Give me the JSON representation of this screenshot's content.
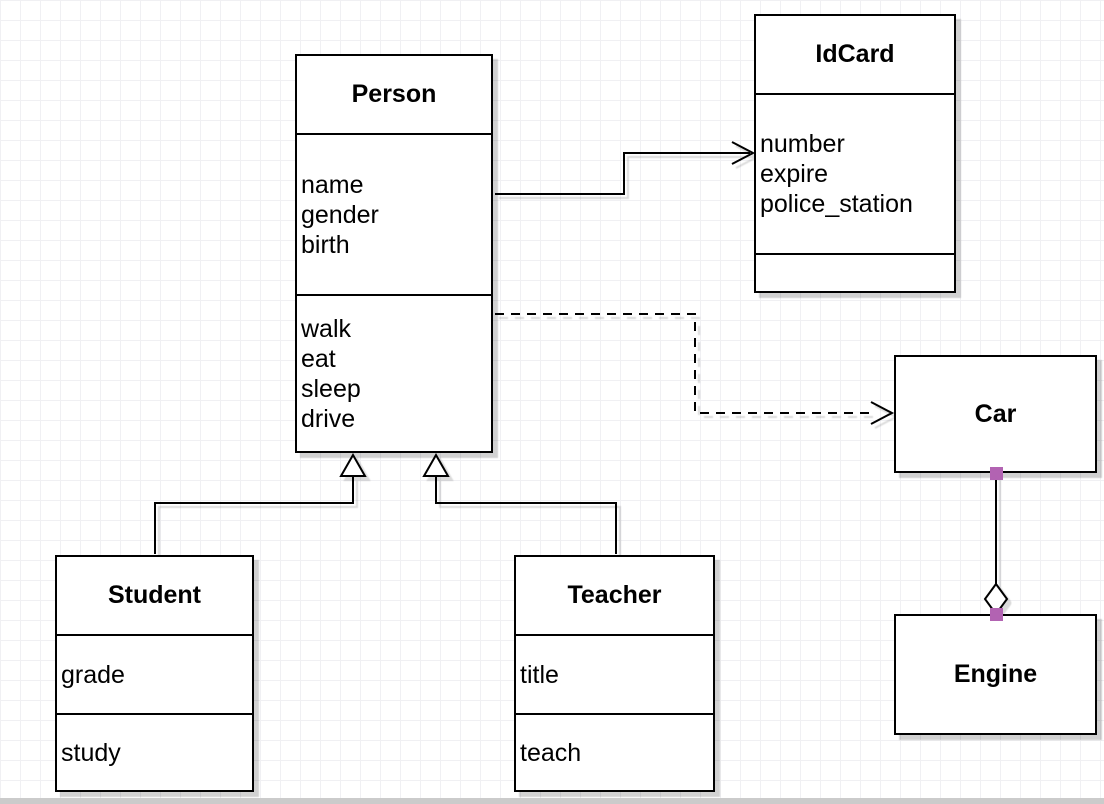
{
  "diagram": {
    "classes": {
      "person": {
        "title": "Person",
        "attributes": [
          "name",
          "gender",
          "birth"
        ],
        "methods": [
          "walk",
          "eat",
          "sleep",
          "drive"
        ]
      },
      "idcard": {
        "title": "IdCard",
        "attributes": [
          "number",
          "expire",
          "police_station"
        ]
      },
      "car": {
        "title": "Car"
      },
      "engine": {
        "title": "Engine"
      },
      "student": {
        "title": "Student",
        "attributes": [
          "grade"
        ],
        "methods": [
          "study"
        ]
      },
      "teacher": {
        "title": "Teacher",
        "attributes": [
          "title"
        ],
        "methods": [
          "teach"
        ]
      }
    },
    "relationships": [
      {
        "from": "Person",
        "to": "IdCard",
        "type": "association",
        "line": "solid",
        "arrowhead": "open-arrow"
      },
      {
        "from": "Person",
        "to": "Car",
        "type": "dependency",
        "line": "dashed",
        "arrowhead": "open-arrow"
      },
      {
        "from": "Student",
        "to": "Person",
        "type": "generalization",
        "line": "solid",
        "arrowhead": "hollow-triangle"
      },
      {
        "from": "Teacher",
        "to": "Person",
        "type": "generalization",
        "line": "solid",
        "arrowhead": "hollow-triangle"
      },
      {
        "from": "Car",
        "to": "Engine",
        "type": "aggregation",
        "line": "solid",
        "arrowhead": "hollow-diamond"
      }
    ],
    "colors": {
      "shape_fill": "#ffffff",
      "shape_border": "#000000",
      "text": "#000000",
      "grid_line": "#f0f0f3",
      "connection_handle": "#b263b2",
      "page_edge": "#cbcbcb"
    }
  }
}
